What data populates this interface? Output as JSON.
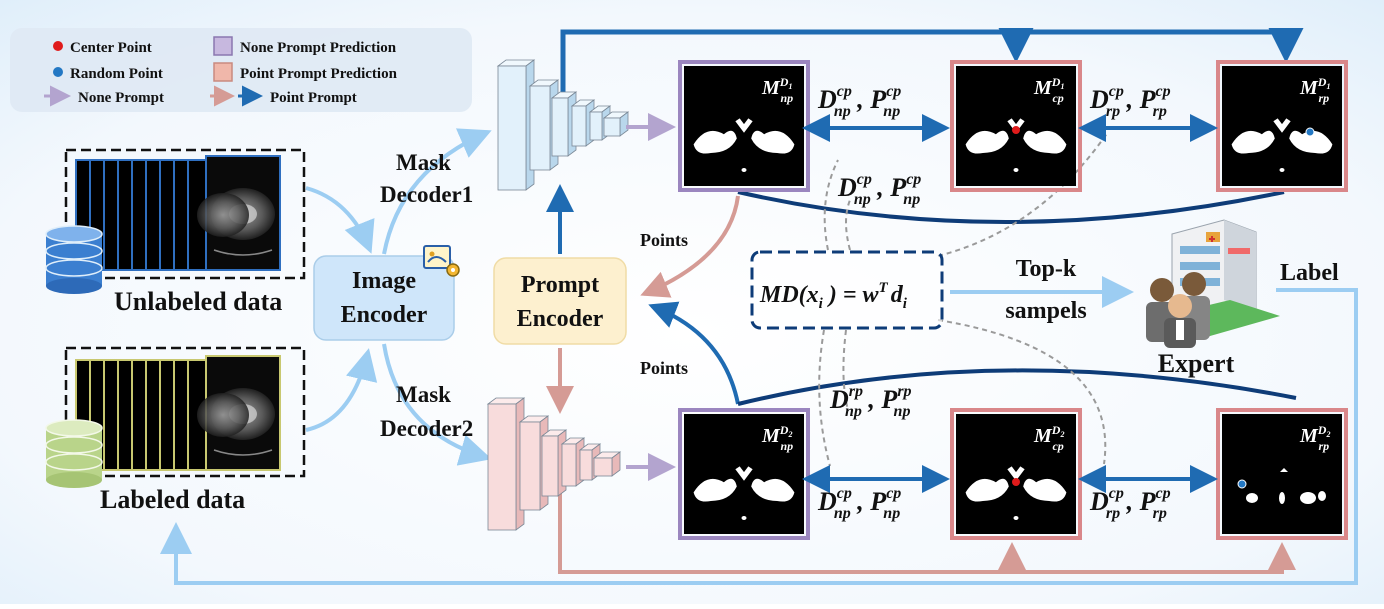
{
  "legend": {
    "center_point": "Center Point",
    "random_point": "Random Point",
    "none_prompt_prediction": "None Prompt Prediction",
    "point_prompt_prediction": "Point Prompt Prediction",
    "none_prompt": "None Prompt",
    "point_prompt": "Point Prompt"
  },
  "data": {
    "unlabeled": "Unlabeled data",
    "labeled": "Labeled data"
  },
  "modules": {
    "image_encoder": [
      "Image",
      "Encoder"
    ],
    "prompt_encoder": [
      "Prompt",
      "Encoder"
    ],
    "mask_decoder1": [
      "Mask",
      "Decoder1"
    ],
    "mask_decoder2": [
      "Mask",
      "Decoder2"
    ]
  },
  "labels": {
    "points_top": "Points",
    "points_bottom": "Points",
    "topk": [
      "Top-k",
      "sampels"
    ],
    "expert": "Expert",
    "label": "Label"
  },
  "formula": {
    "lhs": "MD(x",
    "lhs_sub": "i",
    "mid": " ) = w",
    "sup": "T",
    "rhs": "d",
    "rhs_sub": "i"
  },
  "masks": {
    "m_base": "M",
    "np": "np",
    "cp": "cp",
    "rp": "rp",
    "d1": "D",
    "d1_sub": "1",
    "d2": "D",
    "d2_sub": "2"
  },
  "metrics": {
    "D": "D",
    "P": "P",
    "np": "np",
    "cp": "cp",
    "rp": "rp",
    "sep": " , "
  },
  "colors": {
    "background_tint": "#e7f1fb",
    "none_prompt_arrow": "#b3a4cf",
    "point_prompt_red": "#d59b95",
    "point_prompt_blue": "#1f6bb2",
    "light_blue_flow": "#9ccdf2",
    "dark_navy": "#0e3c78",
    "none_frame": "#9b86bf",
    "point_frame": "#d9878a",
    "image_encoder_fill": "#cfe6fa",
    "prompt_encoder_fill": "#fdf0cf",
    "decoder1_fill": "#e2f1fb",
    "decoder2_fill": "#f8dcdc",
    "center_point": "#e01b1b",
    "random_point": "#2378c4"
  }
}
